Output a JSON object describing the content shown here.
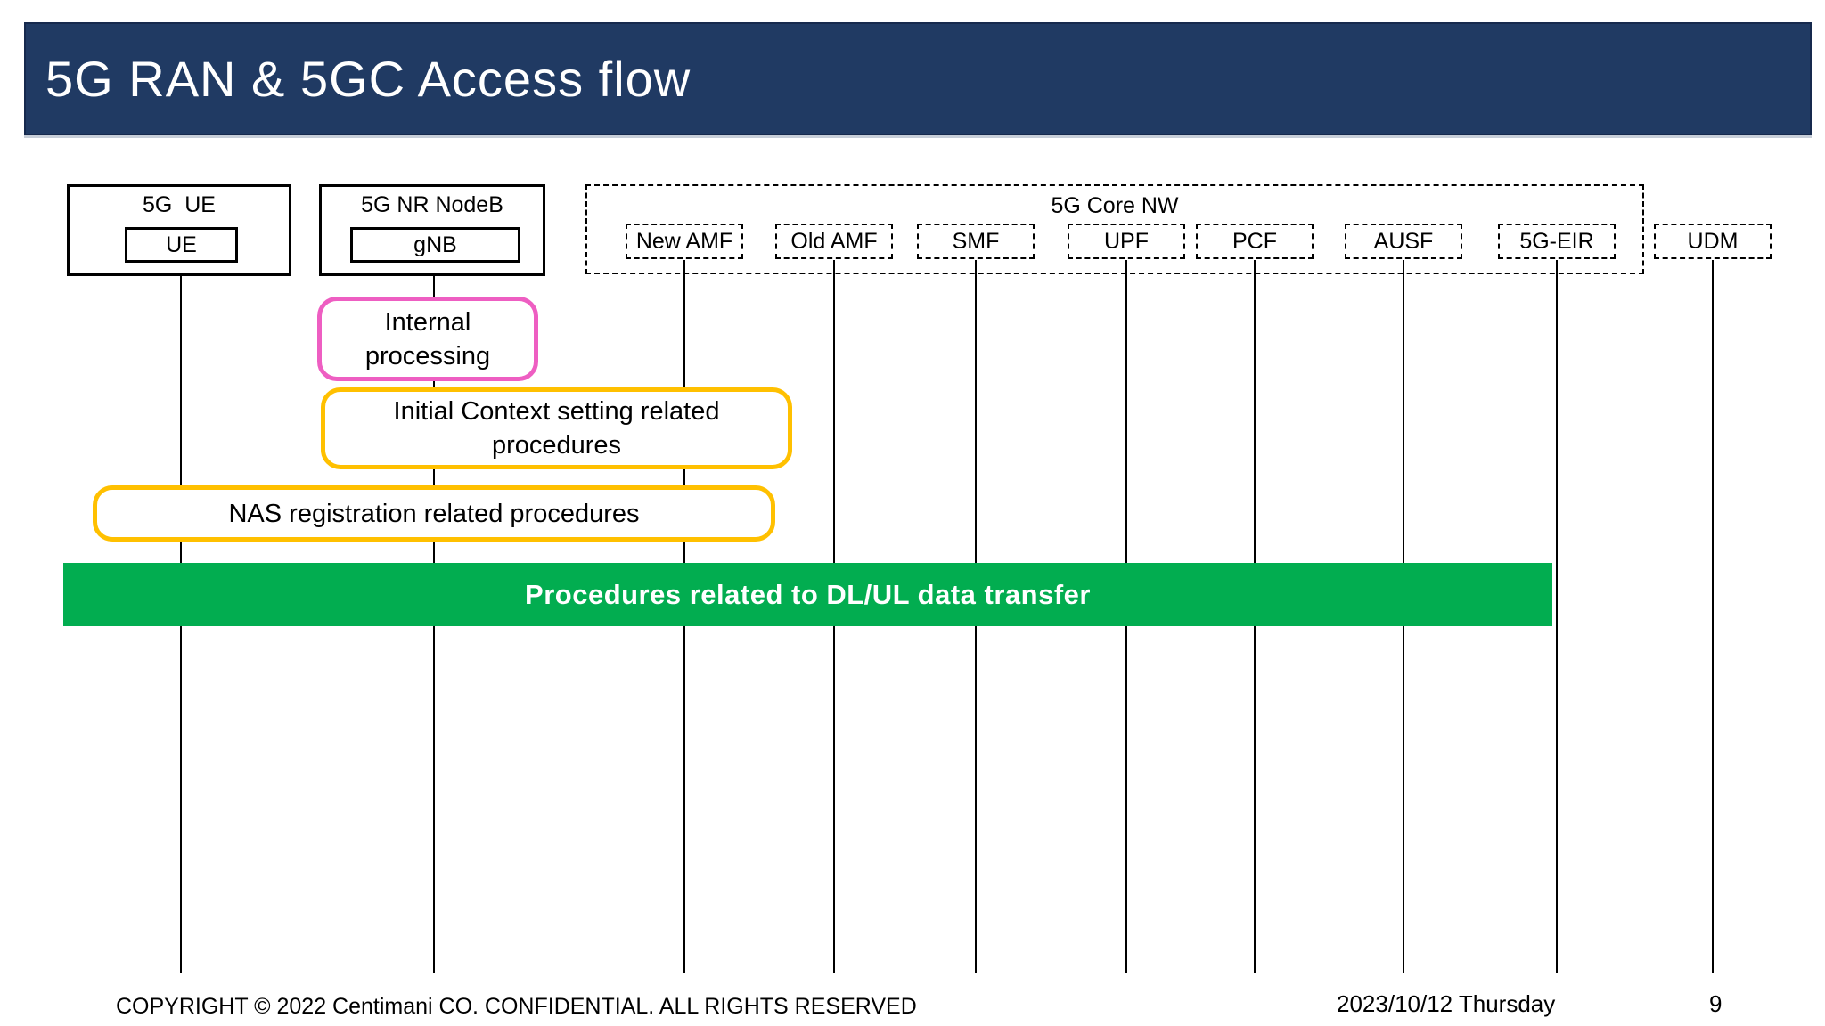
{
  "title": {
    "text": "5G RAN & 5GC Access flow"
  },
  "colors": {
    "title_bg": "#203A63",
    "pink_border": "#EE5EC2",
    "gold_border": "#FFC000",
    "green_bar": "#02AD50",
    "line": "#000000"
  },
  "groups": {
    "ue": {
      "title": "5G  UE",
      "node": "UE"
    },
    "ran": {
      "title": "5G NR NodeB",
      "node": "gNB"
    },
    "core": {
      "title": "5G Core NW",
      "nodes": [
        "New AMF",
        "Old AMF",
        "SMF",
        "UPF",
        "PCF",
        "AUSF",
        "5G-EIR"
      ]
    },
    "udm": {
      "node": "UDM"
    }
  },
  "annotations": {
    "internal_processing": "Internal processing",
    "initial_context": "Initial Context setting related procedures",
    "nas_registration": "NAS registration related procedures",
    "data_transfer": "Procedures related to DL/UL data transfer"
  },
  "footer": {
    "copyright": "COPYRIGHT © 2022 Centimani CO. CONFIDENTIAL. ALL RIGHTS RESERVED",
    "date": "2023/10/12 Thursday",
    "page": "9"
  }
}
